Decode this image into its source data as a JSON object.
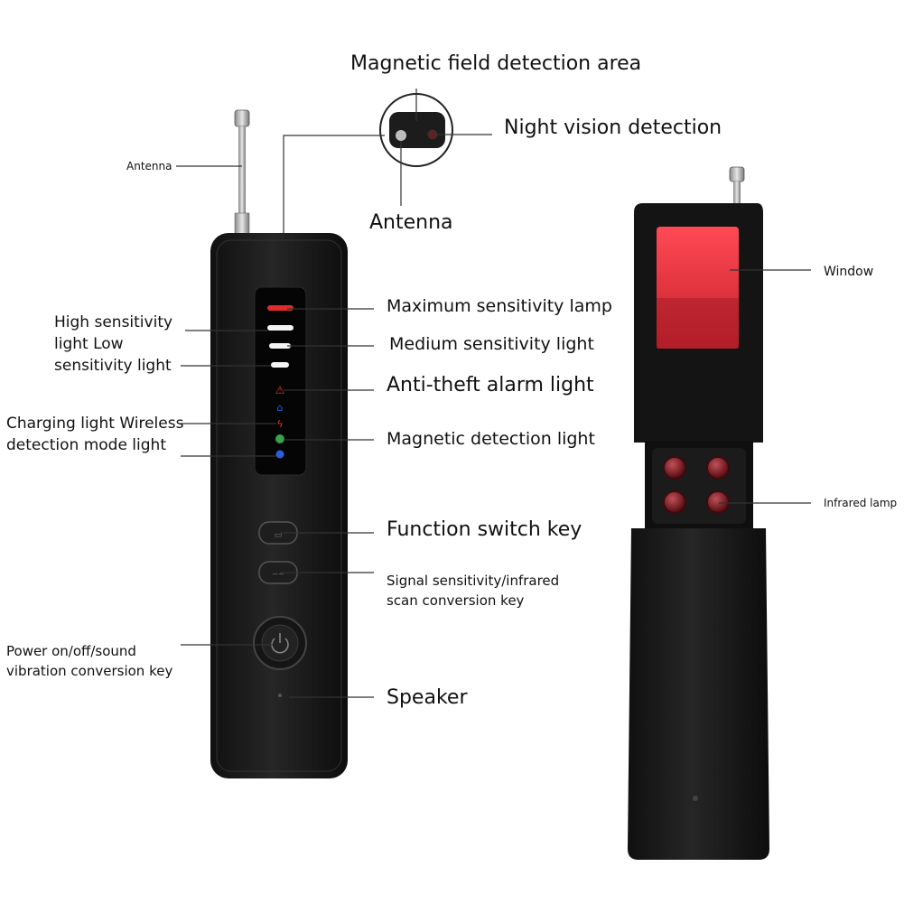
{
  "labels": {
    "antenna_left": "Antenna",
    "magnetic_area": "Magnetic field detection area",
    "night_vision": "Night vision detection",
    "antenna_top": "Antenna",
    "window": "Window",
    "max_sensitivity": "Maximum sensitivity lamp",
    "medium_sensitivity": "Medium sensitivity light",
    "high_low_1": "High sensitivity",
    "high_low_2": "light Low",
    "high_low_3": "sensitivity light",
    "anti_theft": "Anti-theft alarm light",
    "charging_1": "Charging light Wireless",
    "charging_2": "detection mode light",
    "magnetic_light": "Magnetic detection light",
    "infrared_lamp": "Infrared lamp",
    "function_key": "Function switch key",
    "signal_1": "Signal sensitivity/infrared",
    "signal_2": "scan conversion key",
    "power_1": "Power on/off/sound",
    "power_2": "vibration conversion key",
    "speaker": "Speaker"
  },
  "colors": {
    "device_body": "#1c1c1c",
    "max_lamp": "#e22a2a",
    "infrared_window": "#e8303a",
    "infrared_led": "#8a1e22",
    "charging_icon": "#d93a2b",
    "magnetic_icon": "#3aa24a",
    "wireless_icon": "#2a5fd9"
  }
}
